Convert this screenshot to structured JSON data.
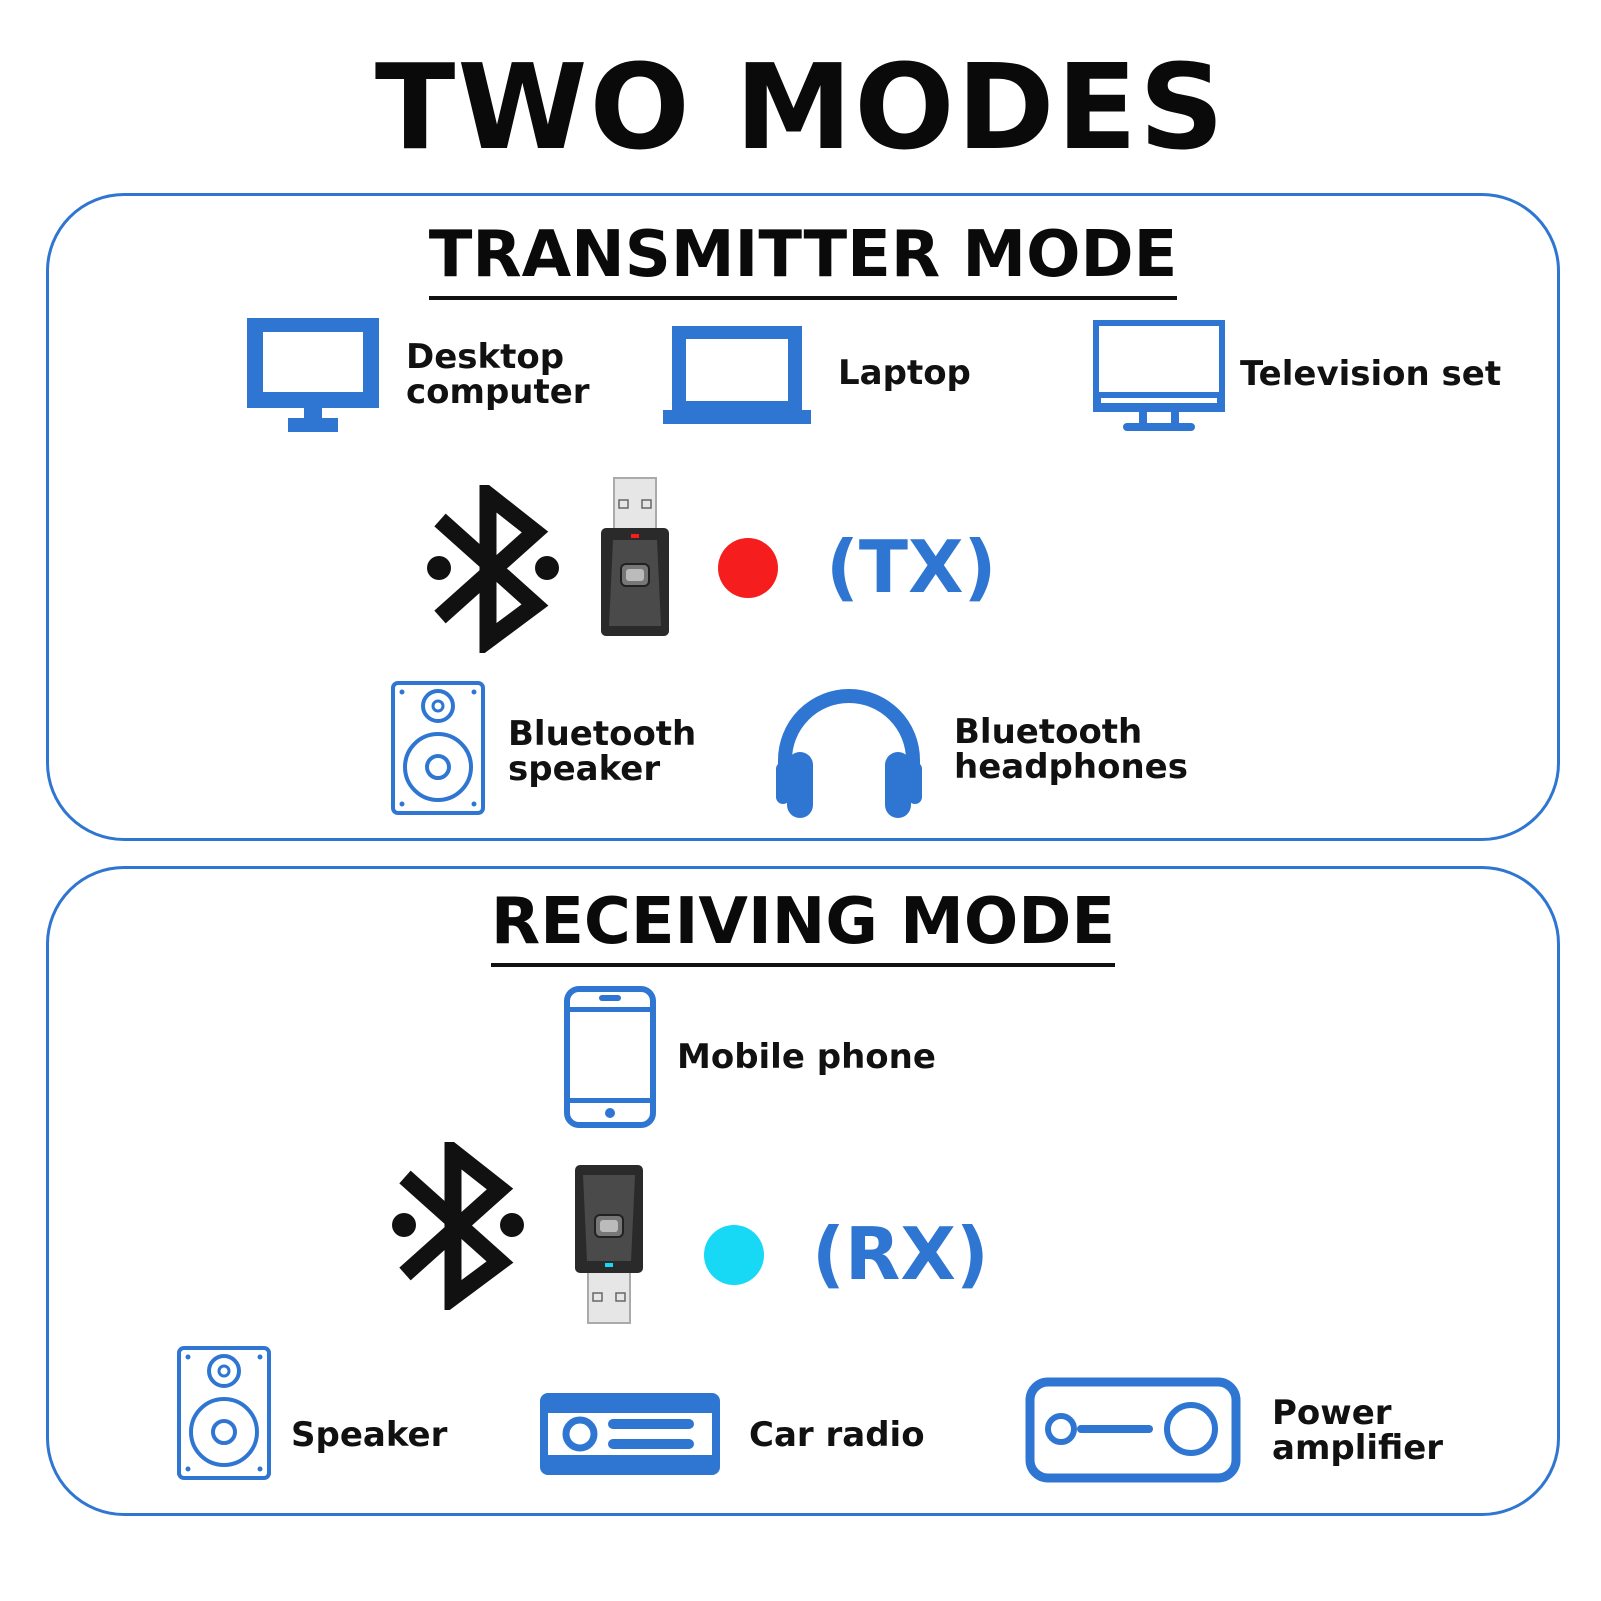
{
  "title": "TWO MODES",
  "colors": {
    "accent": "#2f76d2",
    "tx_led": "#f51d1d",
    "rx_led": "#17d8f5"
  },
  "transmitter": {
    "heading": "TRANSMITTER MODE",
    "sources": [
      {
        "icon": "desktop-computer-icon",
        "label_line1": "Desktop",
        "label_line2": "computer"
      },
      {
        "icon": "laptop-icon",
        "label": "Laptop"
      },
      {
        "icon": "television-icon",
        "label": "Television set"
      }
    ],
    "code": "(TX)",
    "led_color": "red",
    "outputs": [
      {
        "icon": "speaker-icon",
        "label_line1": "Bluetooth",
        "label_line2": "speaker"
      },
      {
        "icon": "headphones-icon",
        "label_line1": "Bluetooth",
        "label_line2": "headphones"
      }
    ]
  },
  "receiving": {
    "heading": "RECEIVING MODE",
    "source": {
      "icon": "mobile-phone-icon",
      "label": "Mobile phone"
    },
    "code": "(RX)",
    "led_color": "cyan",
    "outputs": [
      {
        "icon": "speaker-icon",
        "label": "Speaker"
      },
      {
        "icon": "car-radio-icon",
        "label": "Car radio"
      },
      {
        "icon": "power-amplifier-icon",
        "label_line1": "Power",
        "label_line2": "amplifier"
      }
    ]
  }
}
